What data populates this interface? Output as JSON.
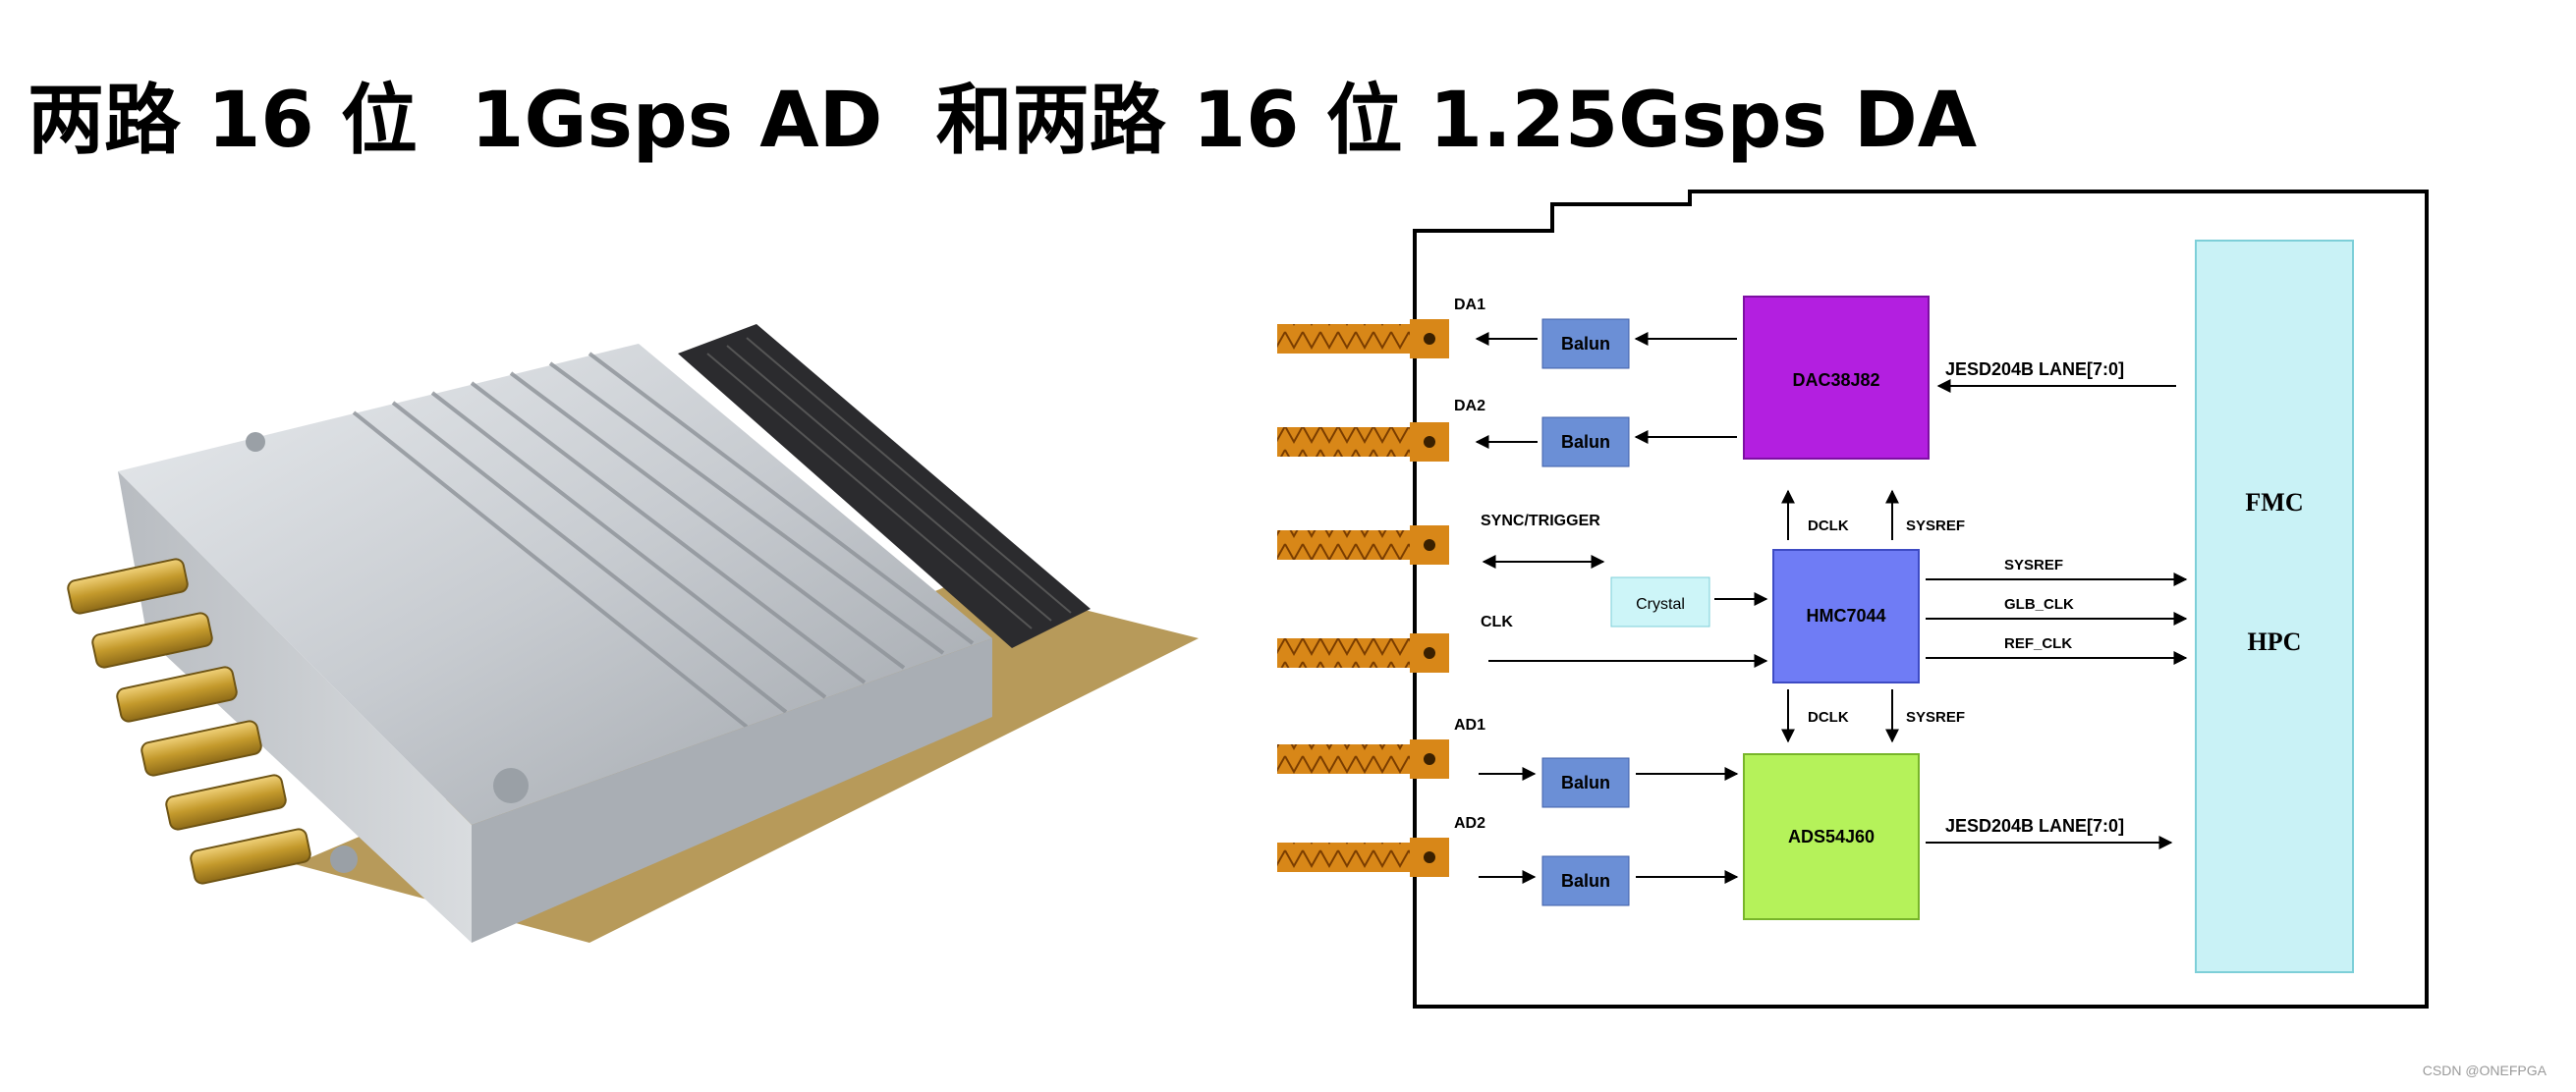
{
  "title": "两路 16 位  1Gsps AD  和两路 16 位 1.25Gsps DA",
  "diagram": {
    "ports": [
      {
        "label": "DA1"
      },
      {
        "label": "DA2"
      },
      {
        "label": "SYNC/TRIGGER"
      },
      {
        "label": "CLK"
      },
      {
        "label": "AD1"
      },
      {
        "label": "AD2"
      }
    ],
    "balun_label": "Balun",
    "dac": {
      "label": "DAC38J82",
      "color": "#b31fe0"
    },
    "adc": {
      "label": "ADS54J60",
      "color": "#b5f25a"
    },
    "pll": {
      "label": "HMC7044",
      "color": "#6f7cf5"
    },
    "crystal": {
      "label": "Crystal",
      "color": "#cdf5f8"
    },
    "balun_color": "#6b8fd6",
    "fmc": {
      "line1": "FMC",
      "line2": "HPC",
      "color": "#c9f2f6"
    },
    "signals": {
      "dac_lane": "JESD204B LANE[7:0]",
      "adc_lane": "JESD204B LANE[7:0]",
      "dclk_top": "DCLK",
      "sysref_top": "SYSREF",
      "dclk_bottom": "DCLK",
      "sysref_bottom": "SYSREF",
      "sysref_out": "SYSREF",
      "glb_clk": "GLB_CLK",
      "ref_clk": "REF_CLK"
    }
  },
  "watermark": "CSDN @ONEFPGA"
}
